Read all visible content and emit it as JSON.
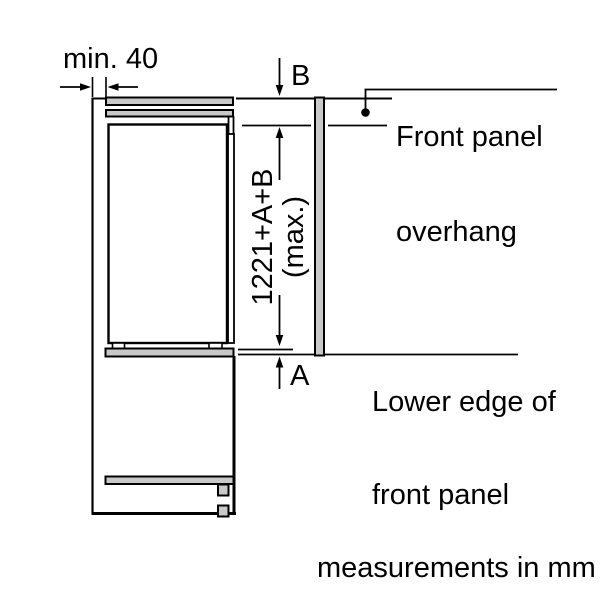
{
  "diagram": {
    "units_note": "measurements in mm",
    "colors": {
      "line": "#000000",
      "panel_fill": "#c9c9c9",
      "background": "#ffffff"
    },
    "dimensions": {
      "side_clearance": {
        "label": "min. 40"
      },
      "top_overhang": {
        "label": "B"
      },
      "bottom_overhang": {
        "label": "A"
      },
      "panel_length": {
        "line1": "1221+A+B",
        "line2": "(max.)"
      }
    },
    "annotations": {
      "front_panel_overhang": {
        "line1": "Front panel",
        "line2": "overhang"
      },
      "lower_edge": {
        "line1": "Lower edge of",
        "line2": "front panel"
      }
    }
  }
}
